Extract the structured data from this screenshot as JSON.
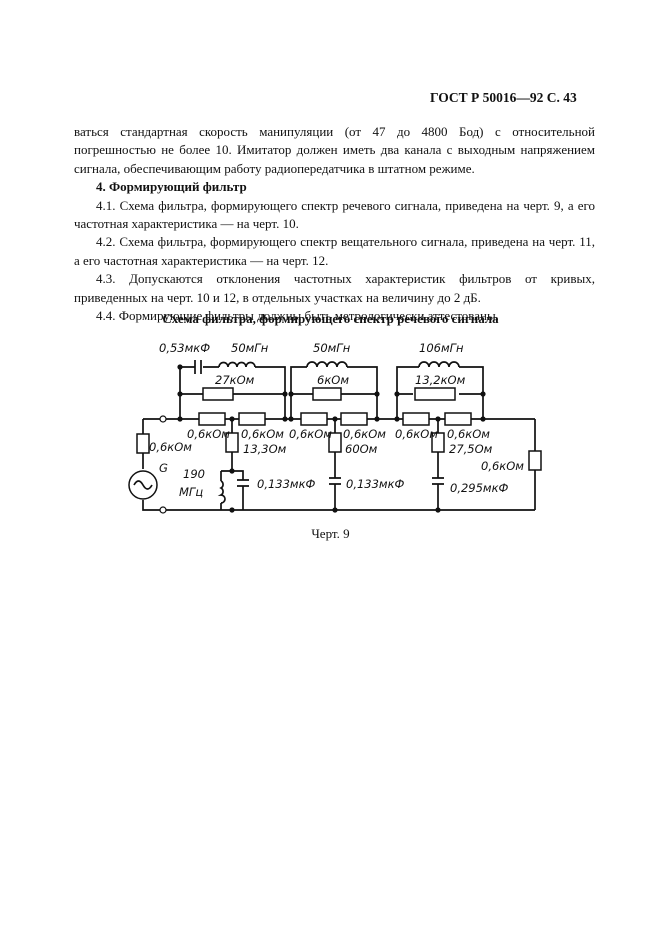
{
  "header": "ГОСТ Р 50016—92 С. 43",
  "paragraphs": {
    "p0": "ваться стандартная скорость манипуляции (от 47 до 4800 Бод) с относительной погрешностью не более 10. Имитатор должен иметь два канала с выходным напряжением сигнала, обеспечивающим работу радиопередатчика в штатном режиме.",
    "section_title": "4. Формирующий фильтр",
    "p41": "4.1. Схема фильтра, формирующего спектр речевого сигнала, приведена на черт. 9, а его частотная характеристика — на черт. 10.",
    "p42": "4.2. Схема фильтра, формирующего спектр вещательного сигнала, приведена на черт. 11, а его частотная характеристика — на черт. 12.",
    "p43": "4.3. Допускаются отклонения частотных характеристик фильтров от кривых, приведенных на черт. 10 и 12, в отдельных участках на величину до 2 дБ.",
    "p44": "4.4. Формирующие фильтры должны быть метрологически аттестованы."
  },
  "figure": {
    "title": "Схема фильтра, формирующего спектр речевого сигнала",
    "caption": "Черт. 9",
    "labels": {
      "c1": "0,53мкФ",
      "l1": "50мГн",
      "r1": "27кОм",
      "l2": "50мГн",
      "r2": "6кОм",
      "l3": "106мГн",
      "r3": "13,2кОм",
      "rs1a": "0,6кОм",
      "rs1b": "0,6кОм",
      "rs2a": "0,6кОм",
      "rs2b": "0,6кОм",
      "rs3a": "0,6кОм",
      "rs3b": "0,6кОм",
      "rgen": "0,6кОм",
      "gen": "G",
      "rsh1": "13,3Ом",
      "rsh2": "60Ом",
      "rsh3": "27,5Ом",
      "lf": "190",
      "lf_unit": "МГц",
      "csh1": "0,133мкФ",
      "csh2": "0,133мкФ",
      "csh3": "0,295мкФ",
      "rload": "0,6кОм"
    }
  }
}
